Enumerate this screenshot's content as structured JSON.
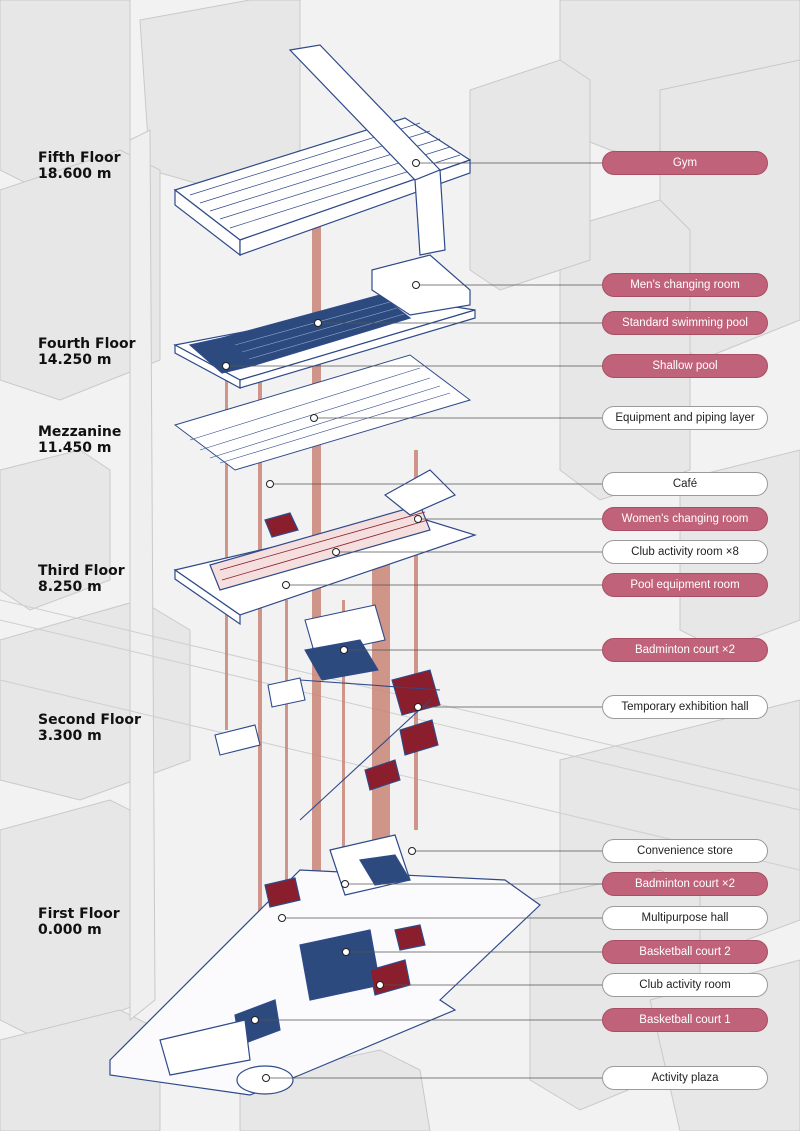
{
  "floors": [
    {
      "name": "Fifth Floor",
      "elevation": "18.600 m"
    },
    {
      "name": "Fourth Floor",
      "elevation": "14.250 m"
    },
    {
      "name": "Mezzanine",
      "elevation": "11.450 m"
    },
    {
      "name": "Third Floor",
      "elevation": "8.250 m"
    },
    {
      "name": "Second Floor",
      "elevation": "3.300 m"
    },
    {
      "name": "First Floor",
      "elevation": "0.000 m"
    }
  ],
  "labels": [
    {
      "text": "Gym",
      "style": "red"
    },
    {
      "text": "Men's changing room",
      "style": "red"
    },
    {
      "text": "Standard swimming pool",
      "style": "red"
    },
    {
      "text": "Shallow pool",
      "style": "red"
    },
    {
      "text": "Equipment and piping layer",
      "style": "white"
    },
    {
      "text": "Café",
      "style": "white"
    },
    {
      "text": "Women's changing room",
      "style": "red"
    },
    {
      "text": "Club activity room ×8",
      "style": "white"
    },
    {
      "text": "Pool equipment room",
      "style": "red"
    },
    {
      "text": "Badminton court ×2",
      "style": "red"
    },
    {
      "text": "Temporary exhibition hall",
      "style": "white"
    },
    {
      "text": "Convenience store",
      "style": "white"
    },
    {
      "text": "Badminton court ×2",
      "style": "red"
    },
    {
      "text": "Multipurpose hall",
      "style": "white"
    },
    {
      "text": "Basketball court 2",
      "style": "red"
    },
    {
      "text": "Club activity room",
      "style": "white"
    },
    {
      "text": "Basketball court 1",
      "style": "red"
    },
    {
      "text": "Activity plaza",
      "style": "white"
    }
  ],
  "colors": {
    "accent_red": "#c0637a",
    "structure_blue": "#2f4a8a",
    "court_blue": "#2c4a7e",
    "room_red": "#8b1e2c",
    "column_salmon": "#c98576",
    "context_gray": "#e6e6e6"
  }
}
